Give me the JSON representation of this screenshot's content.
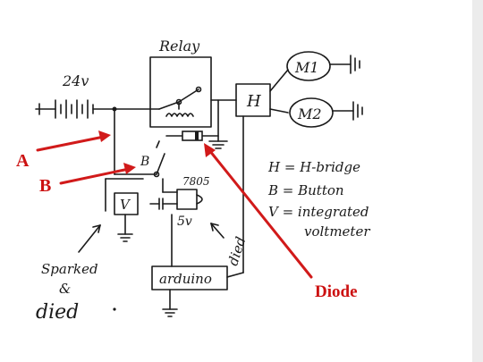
{
  "diagram": {
    "labels": {
      "relay": "Relay",
      "battery": "24v",
      "h_box": "H",
      "motor1": "M1",
      "motor2": "M2",
      "button_b": "B",
      "regulator": "7805",
      "regulator_out": "5v",
      "voltmeter": "V",
      "arduino": "arduino",
      "died_right": "died",
      "sparked_line1": "Sparked",
      "sparked_line2": "&",
      "sparked_line3": "died"
    },
    "legend": [
      "H = H-bridge",
      "B = Button",
      "V = integrated",
      "voltmeter"
    ],
    "annotations": {
      "a": "A",
      "b": "B",
      "diode": "Diode"
    },
    "colors": {
      "ink": "#1a1a1a",
      "annotation": "#cc1111",
      "edge_shadow": "#e6e6e6"
    }
  }
}
